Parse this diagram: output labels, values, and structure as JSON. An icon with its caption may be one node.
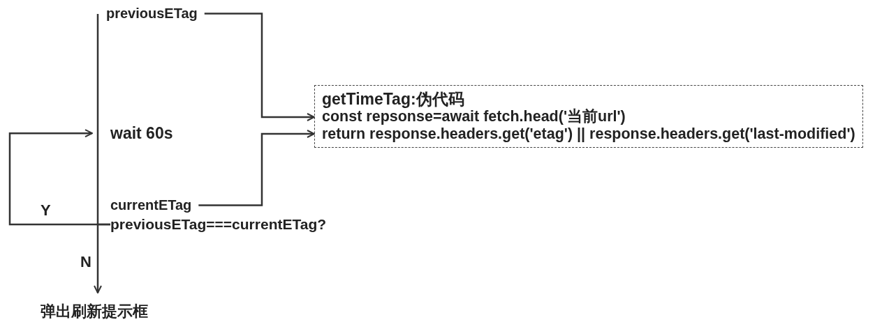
{
  "diagram": {
    "nodes": [
      {
        "text": [
          "previousETag"
        ]
      },
      {
        "text": [
          "wait 60s"
        ]
      },
      {
        "text": [
          "currentETag"
        ]
      },
      {
        "text": [
          "previousETag===currentETag?"
        ]
      },
      {
        "text": [
          "弹出刷新提示框"
        ]
      },
      {
        "text": [
          "getTimeTag:伪代码",
          "const repsonse=await fetch.head('当前url')",
          "return response.headers.get('etag') || response.headers.get('last-modified')"
        ]
      }
    ],
    "edges": [
      {
        "from": 0,
        "to": 5,
        "arrow": "to"
      },
      {
        "from": 2,
        "to": 5,
        "arrow": "to"
      },
      {
        "from": 3,
        "to": 1,
        "arrow": "to",
        "label": "Y"
      },
      {
        "from": 3,
        "to": 4,
        "arrow": "to",
        "label": "N"
      },
      {
        "from": 0,
        "to": 3,
        "arrow": "none"
      }
    ]
  }
}
